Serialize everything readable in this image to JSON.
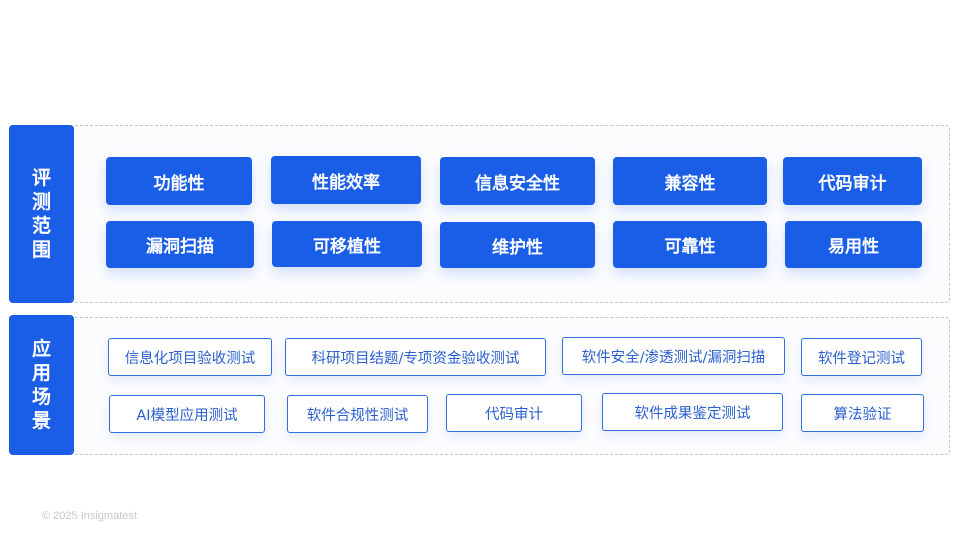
{
  "scope": {
    "label_chars": [
      "评",
      "测",
      "范",
      "围"
    ],
    "items": [
      "功能性",
      "性能效率",
      "信息安全性",
      "兼容性",
      "代码审计",
      "漏洞扫描",
      "可移植性",
      "维护性",
      "可靠性",
      "易用性"
    ]
  },
  "scenarios": {
    "label_chars": [
      "应",
      "用",
      "场",
      "景"
    ],
    "items": [
      "信息化项目验收测试",
      "科研项目结题/专项资金验收测试",
      "软件安全/渗透测试/漏洞扫描",
      "软件登记测试",
      "AI模型应用测试",
      "软件合规性测试",
      "代码审计",
      "软件成果鉴定测试",
      "算法验证"
    ]
  },
  "footer": "© 2025 Insigmatest",
  "colors": {
    "accent": "#1a5ee8",
    "border": "#c3c6cc",
    "tag_text": "#2a5fcf"
  }
}
